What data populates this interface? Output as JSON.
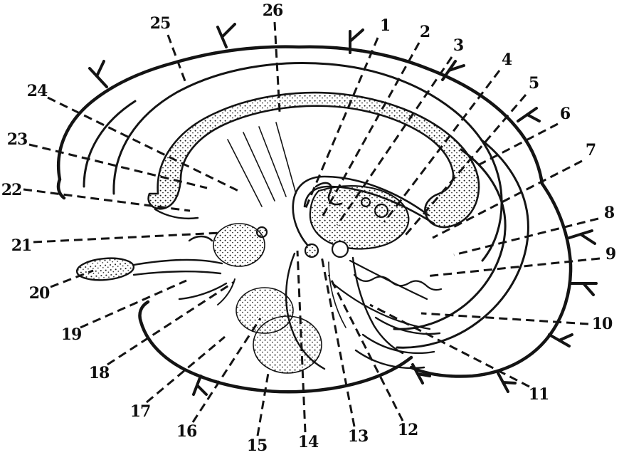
{
  "colors": {
    "ink": "#141414",
    "background": "#ffffff"
  },
  "labels": [
    {
      "text": "1"
    },
    {
      "text": "2"
    },
    {
      "text": "3"
    },
    {
      "text": "4"
    },
    {
      "text": "5"
    },
    {
      "text": "6"
    },
    {
      "text": "7"
    },
    {
      "text": "8"
    },
    {
      "text": "9"
    },
    {
      "text": "10"
    },
    {
      "text": "11"
    },
    {
      "text": "12"
    },
    {
      "text": "13"
    },
    {
      "text": "14"
    },
    {
      "text": "15"
    },
    {
      "text": "16"
    },
    {
      "text": "17"
    },
    {
      "text": "18"
    },
    {
      "text": "19"
    },
    {
      "text": "20"
    },
    {
      "text": "21"
    },
    {
      "text": "22"
    },
    {
      "text": "23"
    },
    {
      "text": "24"
    },
    {
      "text": "25"
    },
    {
      "text": "26"
    }
  ]
}
